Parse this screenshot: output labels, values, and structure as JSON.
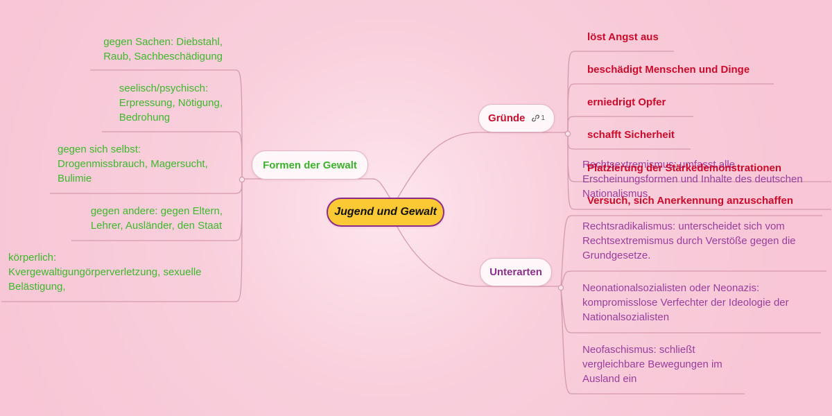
{
  "central": {
    "label": "Jugend und Gewalt"
  },
  "branches": {
    "formen": {
      "label": "Formen der Gewalt",
      "leaves": [
        {
          "lines": [
            "gegen Sachen: Diebstahl,",
            "Raub, Sachbeschädigung"
          ]
        },
        {
          "lines": [
            "seelisch/psychisch:",
            "Erpressung, Nötigung,",
            "Bedrohung"
          ]
        },
        {
          "lines": [
            "gegen sich selbst:",
            "Drogenmissbrauch, Magersucht,",
            "Bulimie"
          ]
        },
        {
          "lines": [
            "gegen andere: gegen Eltern,",
            "Lehrer, Ausländer, den Staat"
          ]
        },
        {
          "lines": [
            "körperlich:",
            "Kvergewaltigungörperverletzung, sexuelle",
            "Belästigung,"
          ]
        }
      ]
    },
    "gruende": {
      "label": "Gründe",
      "link_count": "1",
      "leaves": [
        {
          "lines": [
            "löst Angst aus"
          ]
        },
        {
          "lines": [
            "beschädigt Menschen und Dinge"
          ]
        },
        {
          "lines": [
            "erniedrigt Opfer"
          ]
        },
        {
          "lines": [
            "schafft Sicherheit"
          ]
        },
        {
          "lines": [
            "Platzierung der Stärkedemonstrationen"
          ]
        },
        {
          "lines": [
            "Versuch, sich Anerkennung anzuschaffen"
          ]
        }
      ]
    },
    "unterarten": {
      "label": "Unterarten",
      "leaves": [
        {
          "lines": [
            "Rechtsextremismus: umfasst alle",
            "Erscheinungsformen und Inhalte des deutschen",
            "Nationalismus"
          ]
        },
        {
          "lines": [
            "Rechtsradikalismus: unterscheidet sich vom",
            "Rechtsextremismus durch Verstöße gegen die",
            "Grundgesetze."
          ]
        },
        {
          "lines": [
            "Neonationalsozialisten oder Neonazis:",
            "kompromisslose Verfechter der Ideologie der",
            "Nationalsozialisten"
          ]
        },
        {
          "lines": [
            "Neofaschismus: schließt",
            "vergleichbare Bewegungen im",
            "Ausland ein"
          ]
        }
      ]
    }
  },
  "colors": {
    "connector": "#d49aae",
    "green": "#3cb82b",
    "red": "#cc0a2a",
    "purple": "#9a3d9c",
    "central_fill": "#fbc933",
    "central_border": "#8b2a8c"
  }
}
